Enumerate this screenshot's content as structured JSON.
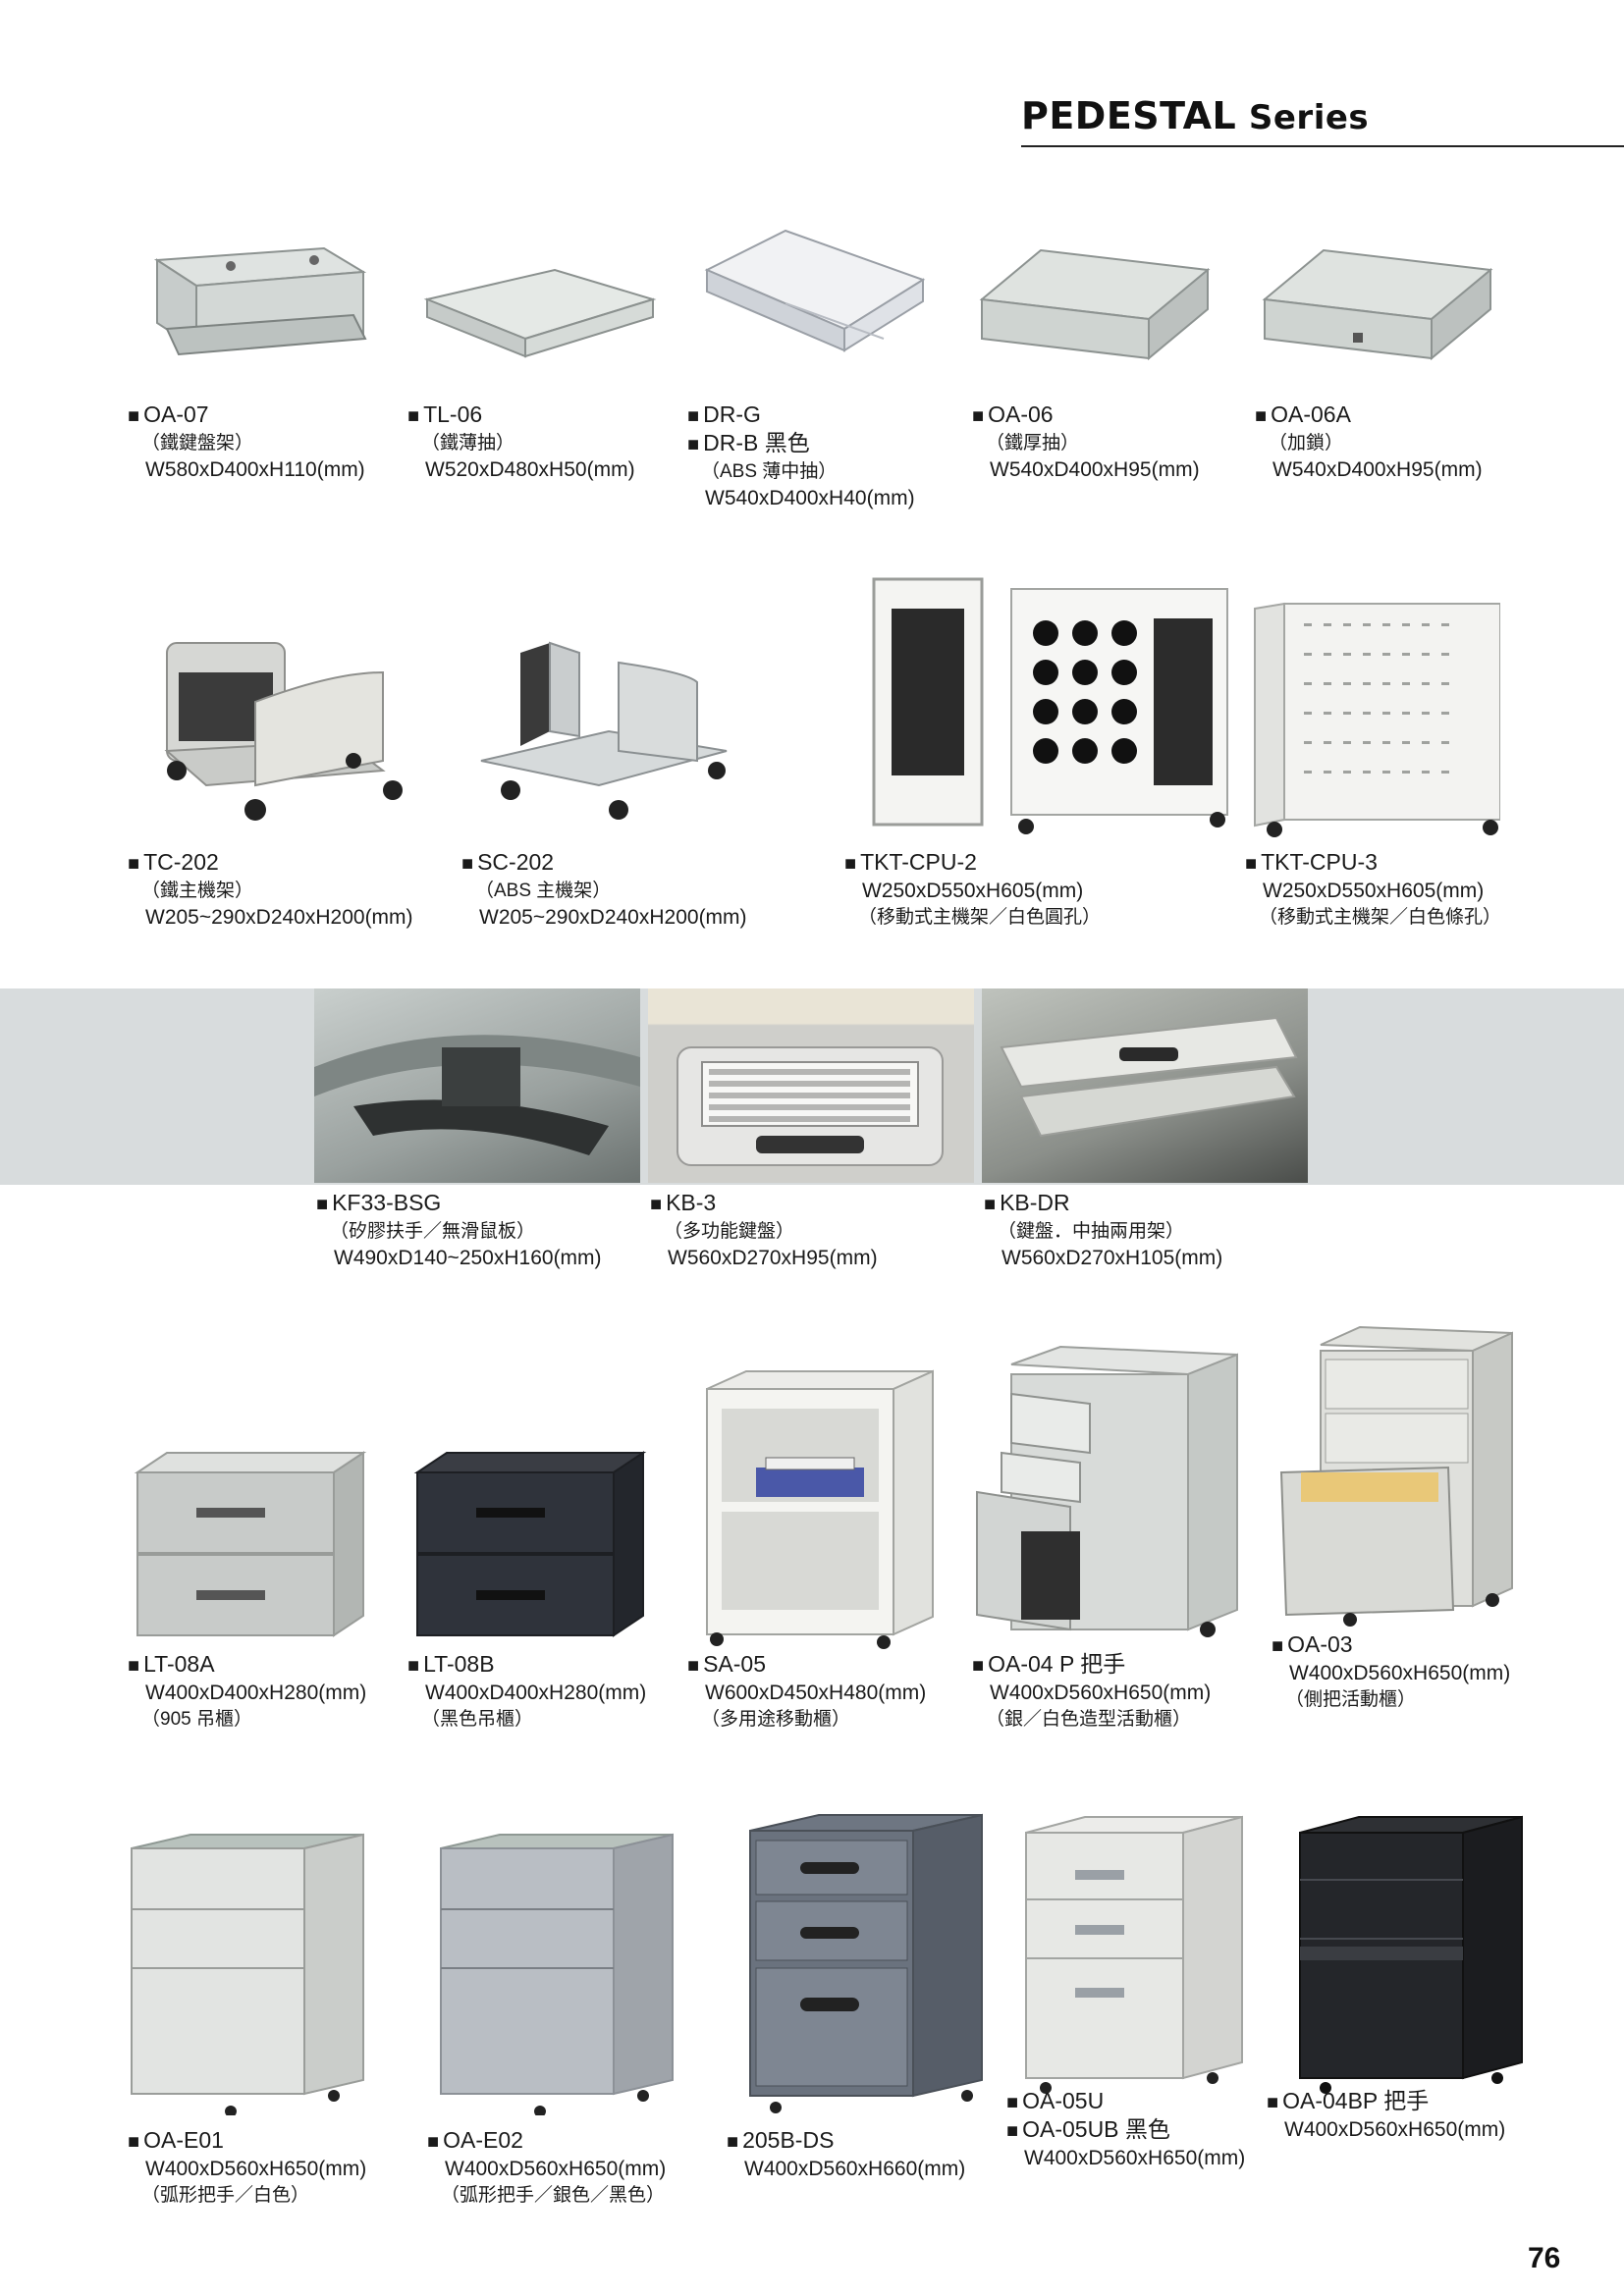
{
  "header": {
    "title_main": "PEDESTAL",
    "title_sub": "Series"
  },
  "page_number": "76",
  "colors": {
    "band": "#d8dcdd",
    "rule": "#222222"
  },
  "products": [
    {
      "lines": [
        "OA-07",
        "（鐵鍵盤架）",
        "W580xD400xH110(mm)"
      ]
    },
    {
      "lines": [
        "TL-06",
        "（鐵薄抽）",
        "W520xD480xH50(mm)"
      ]
    },
    {
      "lines": [
        "DR-G",
        "DR-B 黑色",
        "（ABS 薄中抽）",
        "W540xD400xH40(mm)"
      ]
    },
    {
      "lines": [
        "OA-06",
        "（鐵厚抽）",
        "W540xD400xH95(mm)"
      ]
    },
    {
      "lines": [
        "OA-06A",
        "（加鎖）",
        "W540xD400xH95(mm)"
      ]
    },
    {
      "lines": [
        "TC-202",
        "（鐵主機架）",
        "W205~290xD240xH200(mm)"
      ]
    },
    {
      "lines": [
        "SC-202",
        "（ABS 主機架）",
        "W205~290xD240xH200(mm)"
      ]
    },
    {
      "lines": [
        "TKT-CPU-2",
        "W250xD550xH605(mm)",
        "（移動式主機架／白色圓孔）"
      ]
    },
    {
      "lines": [
        "TKT-CPU-3",
        "W250xD550xH605(mm)",
        "（移動式主機架／白色條孔）"
      ]
    },
    {
      "lines": [
        "KF33-BSG",
        "（矽膠扶手／無滑鼠板）",
        "W490xD140~250xH160(mm)"
      ]
    },
    {
      "lines": [
        "KB-3",
        "（多功能鍵盤）",
        "W560xD270xH95(mm)"
      ]
    },
    {
      "lines": [
        "KB-DR",
        "（鍵盤．中抽兩用架）",
        "W560xD270xH105(mm)"
      ]
    },
    {
      "lines": [
        "LT-08A",
        "W400xD400xH280(mm)",
        "（905 吊櫃）"
      ]
    },
    {
      "lines": [
        "LT-08B",
        "W400xD400xH280(mm)",
        "（黑色吊櫃）"
      ]
    },
    {
      "lines": [
        "SA-05",
        "W600xD450xH480(mm)",
        "（多用途移動櫃）"
      ]
    },
    {
      "lines": [
        "OA-04 P 把手",
        "W400xD560xH650(mm)",
        "（銀／白色造型活動櫃）"
      ]
    },
    {
      "lines": [
        "OA-03",
        "W400xD560xH650(mm)",
        "（側把活動櫃）"
      ]
    },
    {
      "lines": [
        "OA-E01",
        "W400xD560xH650(mm)",
        "（弧形把手／白色）"
      ]
    },
    {
      "lines": [
        "OA-E02",
        "W400xD560xH650(mm)",
        "（弧形把手／銀色／黑色）"
      ]
    },
    {
      "lines": [
        "205B-DS",
        "W400xD560xH660(mm)"
      ]
    },
    {
      "lines": [
        "OA-05U",
        "OA-05UB 黑色",
        "W400xD560xH650(mm)"
      ]
    },
    {
      "lines": [
        "OA-04BP 把手",
        "W400xD560xH650(mm)"
      ]
    }
  ]
}
